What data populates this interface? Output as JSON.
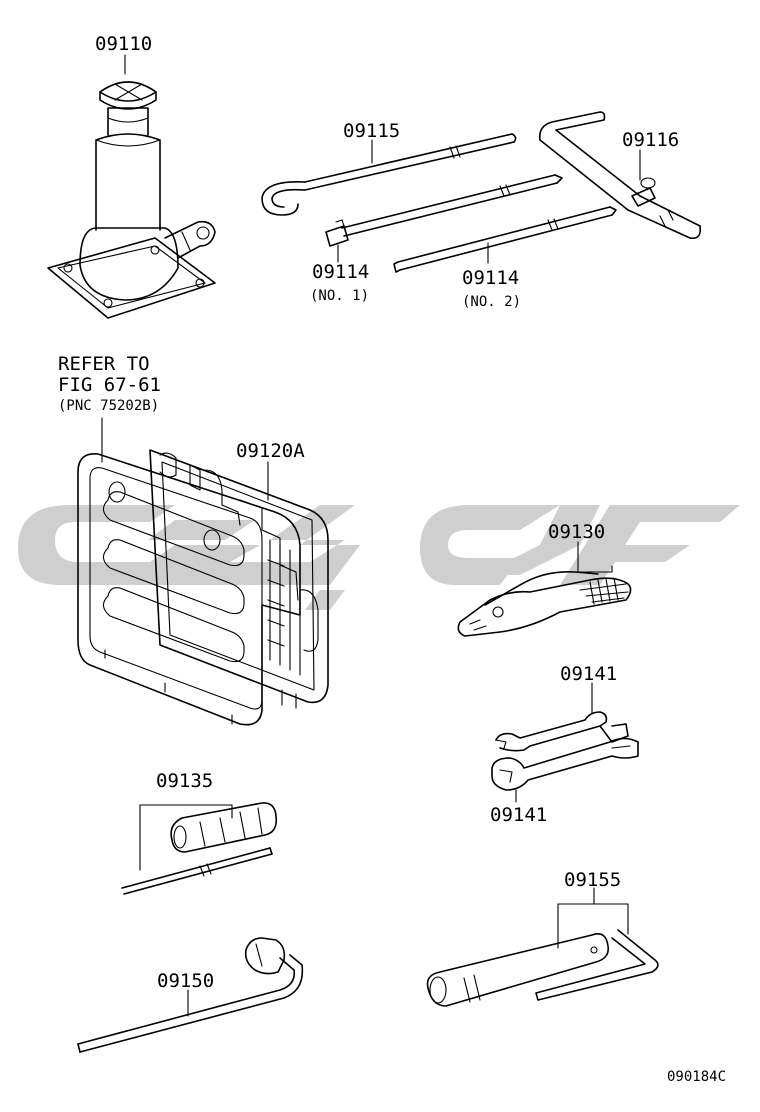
{
  "parts": {
    "jack": "09110",
    "handle_09115": "09115",
    "handle_09116": "09116",
    "ext_bar_no1": "09114",
    "ext_bar_no1_note": "(NO. 1)",
    "ext_bar_no2": "09114",
    "ext_bar_no2_note": "(NO. 2)",
    "tool_bag": "09120A",
    "pliers": "09130",
    "wrench_top": "09141",
    "wrench_bottom": "09141",
    "screwdriver": "09135",
    "hub_nut_wrench": "09150",
    "plug_wrench": "09155"
  },
  "reference": {
    "line1": "REFER TO",
    "line2": "FIG 67-61",
    "line3": "(PNC 75202B)"
  },
  "illustration_code": "090184C"
}
